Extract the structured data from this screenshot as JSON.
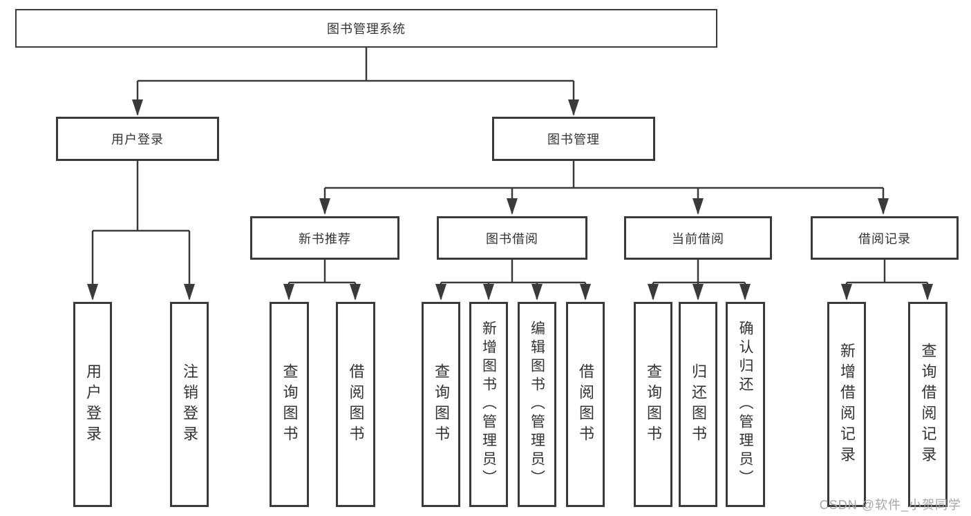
{
  "tree": {
    "label": "图书管理系统",
    "children": [
      {
        "label": "用户登录",
        "children": [
          {
            "label": "用户登录"
          },
          {
            "label": "注销登录"
          }
        ]
      },
      {
        "label": "图书管理",
        "children": [
          {
            "label": "新书推荐",
            "children": [
              {
                "label": "查询图书"
              },
              {
                "label": "借阅图书"
              }
            ]
          },
          {
            "label": "图书借阅",
            "children": [
              {
                "label": "查询图书"
              },
              {
                "label": "新增图书（管理员）"
              },
              {
                "label": "编辑图书（管理员）"
              },
              {
                "label": "借阅图书"
              }
            ]
          },
          {
            "label": "当前借阅",
            "children": [
              {
                "label": "查询图书"
              },
              {
                "label": "归还图书"
              },
              {
                "label": "确认归还（管理员）"
              }
            ]
          },
          {
            "label": "借阅记录",
            "children": [
              {
                "label": "新增借阅记录"
              },
              {
                "label": "查询借阅记录"
              }
            ]
          }
        ]
      }
    ]
  },
  "watermark": "CSDN @软件_小贺同学",
  "colors": {
    "line": "#3a3a3a",
    "text": "#333333",
    "watermark": "#a6a6a6",
    "background": "#ffffff"
  }
}
